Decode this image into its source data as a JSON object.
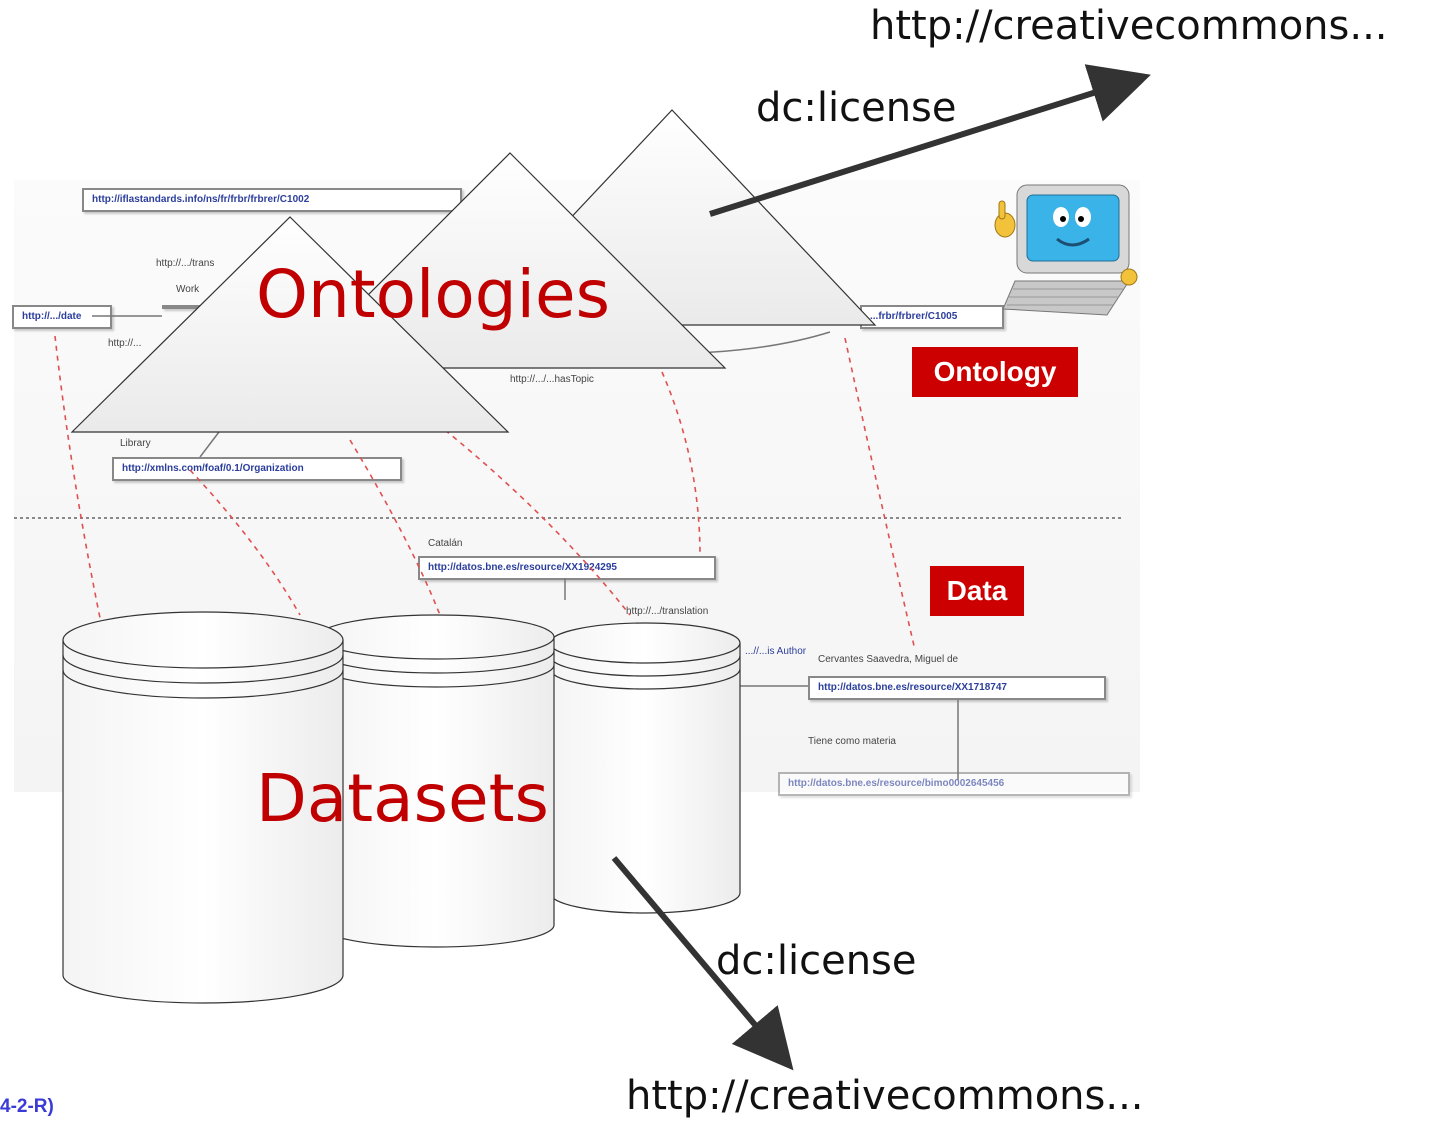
{
  "slide": {
    "top_url": "http://creativecommons...",
    "top_license": "dc:license",
    "bottom_license": "dc:license",
    "bottom_url": "http://creativecommons...",
    "ontologies_label": "Ontologies",
    "datasets_label": "Datasets",
    "footer_code": "4-2-R)"
  },
  "background": {
    "ontology_badge": "Ontology",
    "data_badge": "Data",
    "nodes": {
      "frbr_c1002": "http://iflastandards.info/ns/fr/frbr/frbrer/C1002",
      "date": "http://.../date",
      "frbr_c1005": "...frbr/frbrer/C1005",
      "organization": "http://xmlns.com/foaf/0.1/Organization",
      "resource_xx1924295": "http://datos.bne.es/resource/XX1924295",
      "resource_xx1718747": "http://datos.bne.es/resource/XX1718747",
      "bottom_resource": "http://datos.bne.es/resource/bimo0002645456",
      "is_author": "...//...is Author"
    },
    "labels": {
      "http_trans": "http://.../trans",
      "work": "Work",
      "http_left": "http://...",
      "has_topic": "http://.../...hasTopic",
      "library": "Library",
      "catalan": "Catalán",
      "translation": "http://.../translation",
      "cervantes": "Cervantes Saavedra, Miguel de",
      "tiene_materia": "Tiene como materia"
    }
  },
  "colors": {
    "accent_red": "#c00000",
    "badge_red": "#cc0000",
    "dashed_red": "#e05050",
    "arrow": "#333333"
  }
}
